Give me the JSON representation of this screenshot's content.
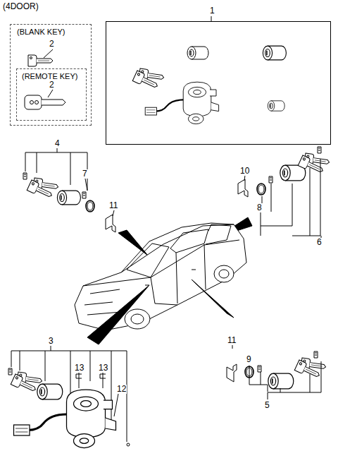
{
  "diagram": {
    "nodes": [
      {
        "text": [
          "(BLANK KEY)"
        ]
      },
      {
        "text": [
          "(REMOTE KEY)"
        ],
        "in": 0
      },
      {
        "text": [
          "1"
        ]
      }
    ],
    "labels": [
      "(4DOOR)",
      "2",
      "2",
      "4",
      "7",
      "11",
      "10",
      "8",
      "6",
      "3",
      "13",
      "13",
      "12",
      "11",
      "9",
      "5"
    ]
  }
}
